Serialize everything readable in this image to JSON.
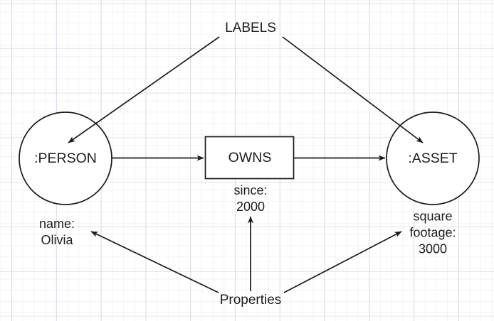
{
  "diagram": {
    "title_label": "LABELS",
    "properties_label": "Properties",
    "nodes": [
      {
        "id": "person",
        "label": ":PERSON",
        "shape": "circle"
      },
      {
        "id": "owns",
        "label": "OWNS",
        "shape": "rectangle"
      },
      {
        "id": "asset",
        "label": ":ASSET",
        "shape": "circle"
      }
    ],
    "properties": [
      {
        "id": "person-property",
        "label": "name:\nOlivia"
      },
      {
        "id": "owns-property",
        "label": "since:\n2000"
      },
      {
        "id": "asset-property",
        "label": "square\nfootage:\n3000"
      }
    ],
    "edges": [
      {
        "id": "person-to-owns",
        "from": ":PERSON",
        "to": "OWNS"
      },
      {
        "id": "owns-to-asset",
        "from": "OWNS",
        "to": ":ASSET"
      },
      {
        "id": "labels-to-person",
        "from": "LABELS",
        "to": ":PERSON"
      },
      {
        "id": "labels-to-asset",
        "from": "LABELS",
        "to": ":ASSET"
      },
      {
        "id": "properties-to-person-property",
        "from": "Properties",
        "to": "name: Olivia"
      },
      {
        "id": "properties-to-owns-property",
        "from": "Properties",
        "to": "since: 2000"
      },
      {
        "id": "properties-to-asset-property",
        "from": "Properties",
        "to": "square footage: 3000"
      }
    ],
    "colors": {
      "stroke": "#1a1a1a",
      "fill": "#ffffff",
      "text": "#1d1d1d",
      "grid_minor": "#e8eaf0",
      "grid_major": "#dfe2ea"
    }
  }
}
